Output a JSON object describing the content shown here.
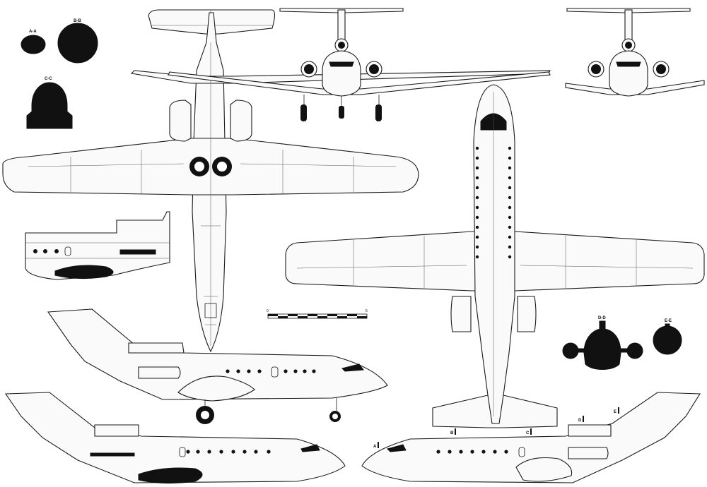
{
  "sections": {
    "a": "A-A",
    "b": "B-B",
    "c": "C-C",
    "d": "D-D",
    "e": "E-E"
  },
  "station_markers": {
    "a": "A",
    "b": "B",
    "c": "C",
    "d": "D",
    "e": "E"
  },
  "scale_bar": {
    "start": "0",
    "end": "5"
  }
}
